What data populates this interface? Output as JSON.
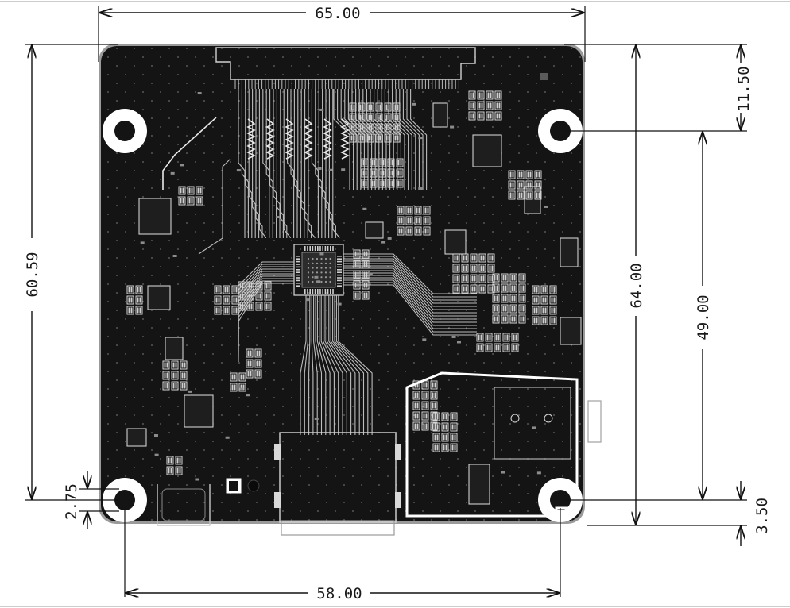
{
  "drawing": {
    "dimensions": {
      "overall_width": "65.00",
      "overall_height_left": "60.59",
      "overall_height_right": "64.00",
      "top_hole_offset": "11.50",
      "hole_vertical_spacing": "49.00",
      "bottom_hole_offset_right": "3.50",
      "bottom_hole_offset_left": "2.75",
      "hole_horizontal_spacing": "58.00"
    },
    "colors": {
      "board": "#141414",
      "silkscreen": "#e6e6e6",
      "background": "#ffffff",
      "dimension": "#111111"
    }
  }
}
